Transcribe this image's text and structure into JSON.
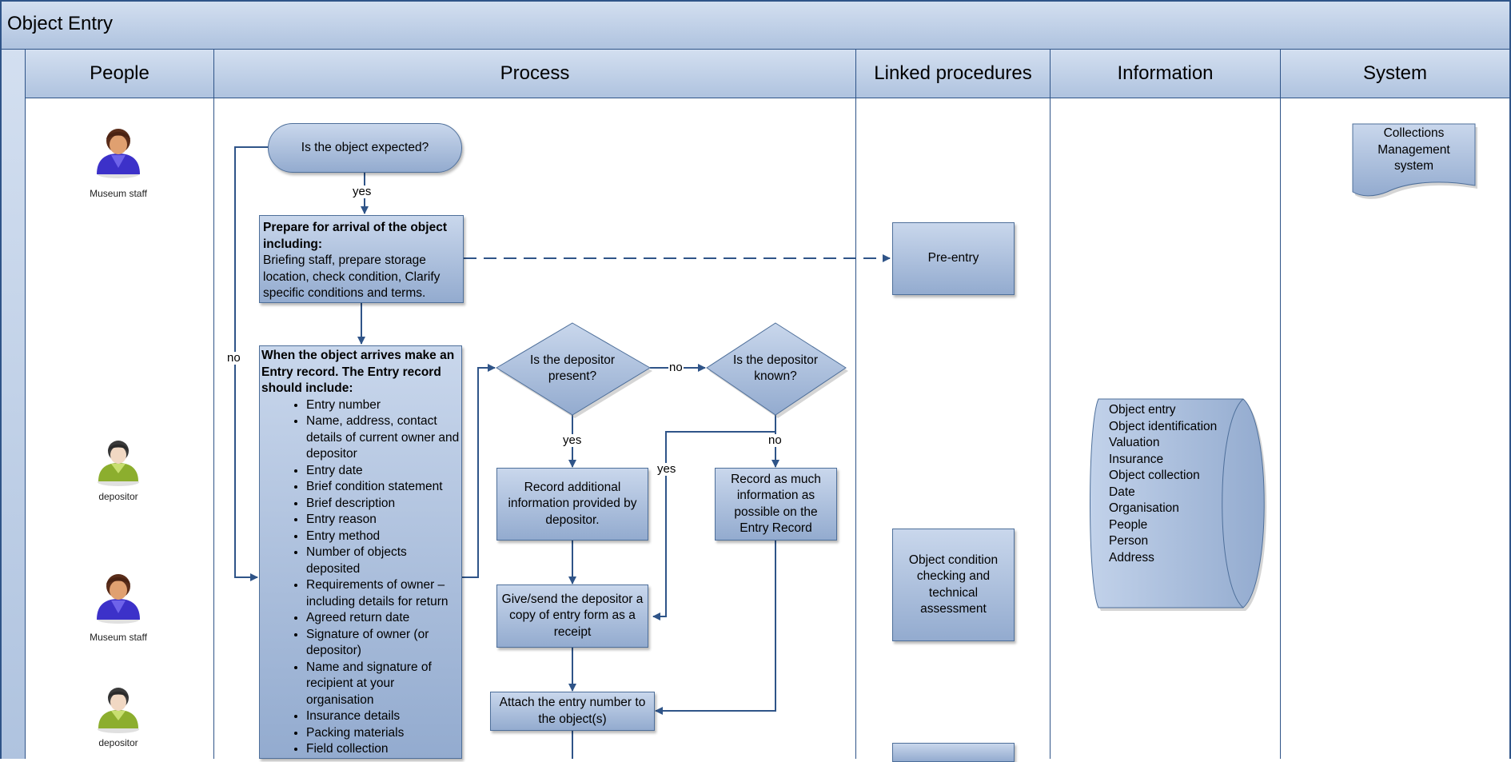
{
  "title": "Object Entry",
  "lanes": [
    "People",
    "Process",
    "Linked procedures",
    "Information",
    "System"
  ],
  "people": [
    {
      "label": "Museum staff",
      "type": "staff"
    },
    {
      "label": "depositor",
      "type": "depositor"
    },
    {
      "label": "Museum staff",
      "type": "staff"
    },
    {
      "label": "depositor",
      "type": "depositor"
    }
  ],
  "process": {
    "start": "Is the object expected?",
    "prepare_bold": "Prepare for arrival of the object including:",
    "prepare_text": "Briefing staff, prepare storage location, check condition, Clarify specific conditions and terms.",
    "entry_bold": "When the object arrives make an Entry record. The Entry record should include:",
    "entry_items": [
      "Entry number",
      "Name, address, contact details of current owner and depositor",
      "Entry date",
      "Brief condition statement",
      "Brief description",
      "Entry reason",
      "Entry method",
      "Number of objects deposited",
      "Requirements of owner – including details for return",
      "Agreed return date",
      "Signature of owner (or depositor)",
      "Name and signature of recipient at your organisation",
      "Insurance details",
      "Packing materials",
      "Field collection"
    ],
    "decision1": "Is the depositor present?",
    "decision2": "Is the depositor known?",
    "record_additional": "Record additional information provided by depositor.",
    "record_much": "Record as much information as possible on the Entry Record",
    "give_send": "Give/send the depositor a copy of entry form as a receipt",
    "attach": "Attach the entry number to the object(s)"
  },
  "connector_labels": {
    "yes1": "yes",
    "no_loop": "no",
    "no2": "no",
    "yes2": "yes",
    "no3": "no",
    "yes3": "yes"
  },
  "linked": {
    "pre_entry": "Pre-entry",
    "condition": "Object condition checking and technical assessment"
  },
  "information": {
    "items": [
      "Object entry",
      "Object identification",
      "Valuation",
      "Insurance",
      "Object collection",
      "Date",
      "Organisation",
      "People",
      "Person",
      "Address"
    ]
  },
  "system": {
    "label": "Collections Management system"
  },
  "colors": {
    "line": "#2f5488",
    "shape_top": "#c9d7ec",
    "shape_bottom": "#93abcf",
    "header_top": "#d3dff0",
    "header_bottom": "#afc3df"
  }
}
